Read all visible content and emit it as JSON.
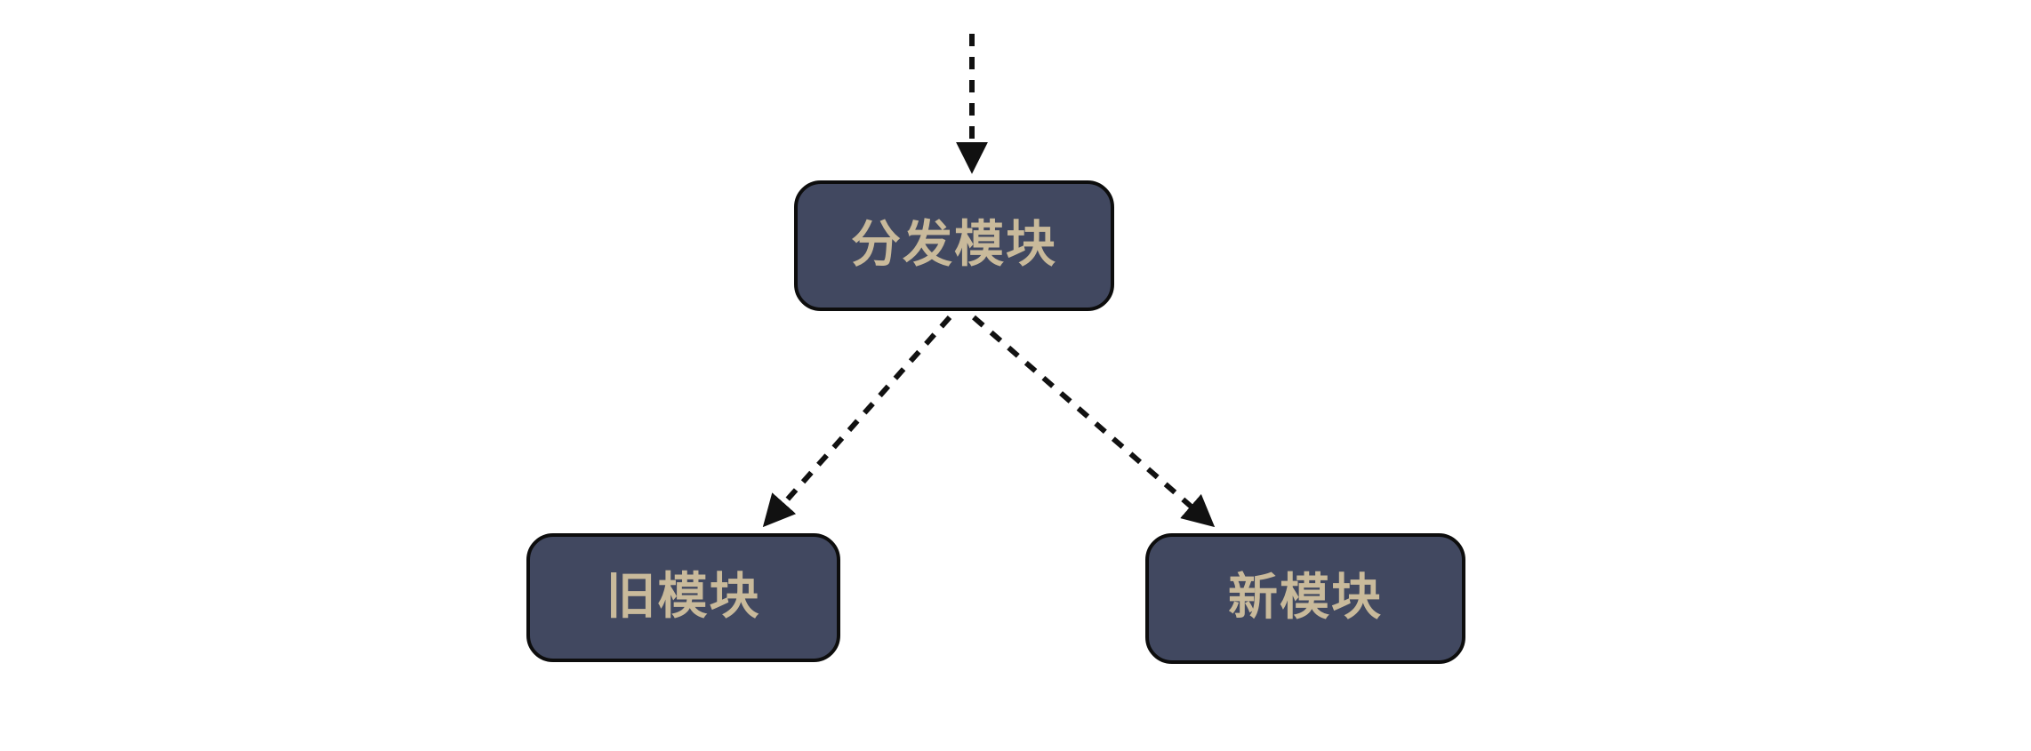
{
  "diagram": {
    "type": "flowchart",
    "background": "#ffffff",
    "colors": {
      "node_fill": "#414860",
      "node_border": "#0d0d0d",
      "node_text": "#c9ba9b",
      "arrow": "#111111"
    },
    "nodes": [
      {
        "id": "dispatch",
        "label": "分发模块"
      },
      {
        "id": "old",
        "label": "旧模块"
      },
      {
        "id": "new",
        "label": "新模块"
      }
    ],
    "edges": [
      {
        "from": "(external)",
        "to": "dispatch",
        "style": "dashed-arrow"
      },
      {
        "from": "dispatch",
        "to": "old",
        "style": "dashed-arrow"
      },
      {
        "from": "dispatch",
        "to": "new",
        "style": "dashed-arrow"
      }
    ]
  }
}
